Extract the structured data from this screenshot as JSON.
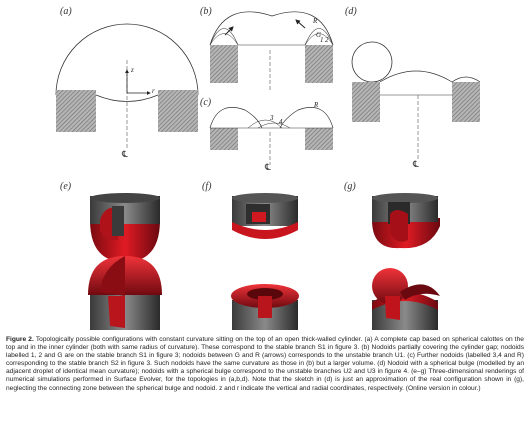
{
  "panels": {
    "a": "(a)",
    "b": "(b)",
    "c": "(c)",
    "d": "(d)",
    "e": "(e)",
    "f": "(f)",
    "g": "(g)"
  },
  "sketch_symbols": {
    "z": "z",
    "r": "r",
    "R": "R",
    "G": "G",
    "one": "1",
    "two": "2",
    "three": "3",
    "four": "4",
    "centerline": "℄"
  },
  "caption": {
    "figure_label": "Figure 2.",
    "text": "Topologically possible configurations with constant curvature sitting on the top of an open thick-walled cylinder. (a) A complete cap based on spherical calottes on the top and in the inner cylinder (both with same radius of curvature). These correspond to the stable branch S1 in figure 3. (b) Nodoids partially covering the cylinder gap; nodoids labelled 1, 2 and G are on the stable branch S1 in figure 3; nodoids between G and R (arrows) corresponds to the unstable branch U1. (c) Further nodoids (labelled 3,4 and R) corresponding to the stable branch S2 in figure 3. Such nodoids have the same curvature as those in (b) but a larger volume. (d) Nodoid with a spherical bulge (modelled by an adjacent droplet of identical mean curvature); nodoids with a spherical bulge correspond to the unstable branches U2 and U3 in figure 4. (e–g) Three-dimensional renderings of numerical simulations performed in Surface Evolver, for the topologies in (a,b,d). Note that the sketch in (d) is just an approximation of the real configuration shown in (g), neglecting the connecting zone between the spherical bulge and nodoid. z and r indicate the vertical and radial coordinates, respectively. (Online version in colour.)"
  },
  "colors": {
    "hatch": "#8a8a8a",
    "red": "#d8141e",
    "dark_red": "#8c0c12",
    "gray": "#5a5a5a",
    "dark": "#2a2a2a"
  }
}
